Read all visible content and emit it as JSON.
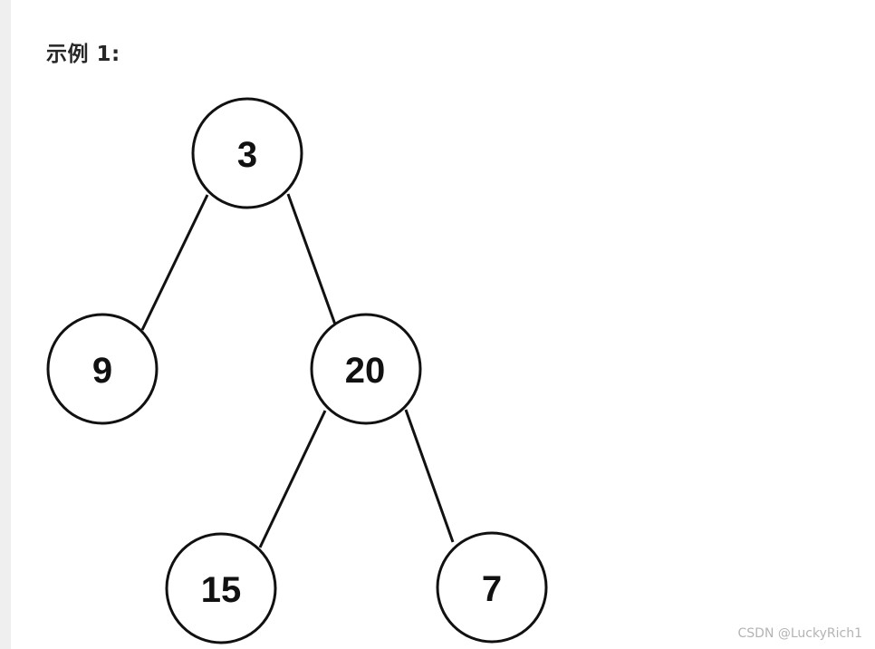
{
  "heading": "示例 1:",
  "tree": {
    "nodes": [
      {
        "id": "n3",
        "label": "3"
      },
      {
        "id": "n9",
        "label": "9"
      },
      {
        "id": "n20",
        "label": "20"
      },
      {
        "id": "n15",
        "label": "15"
      },
      {
        "id": "n7",
        "label": "7"
      }
    ],
    "edges": [
      {
        "from": "3",
        "to": "9"
      },
      {
        "from": "3",
        "to": "20"
      },
      {
        "from": "20",
        "to": "15"
      },
      {
        "from": "20",
        "to": "7"
      }
    ]
  },
  "watermark": "CSDN @LuckyRich1"
}
